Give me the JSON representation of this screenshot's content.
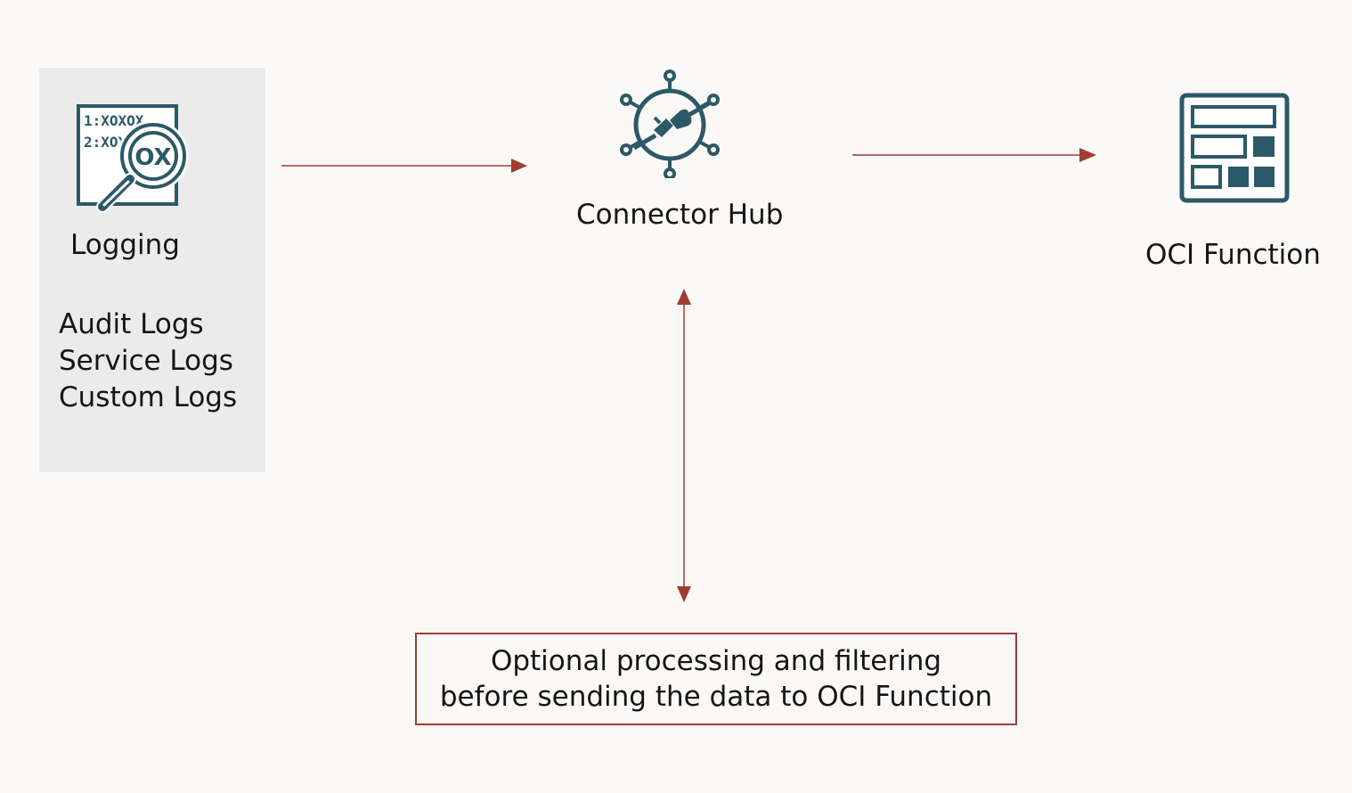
{
  "logging": {
    "title": "Logging",
    "icon_text": {
      "line1": "1:XOXOX",
      "line2": "2:XOXO",
      "magnifier": "OX"
    },
    "items": [
      "Audit Logs",
      "Service Logs",
      "Custom Logs"
    ]
  },
  "connector_hub": {
    "label": "Connector Hub"
  },
  "oci_function": {
    "label": "OCI Function"
  },
  "processing": {
    "line1": "Optional processing and filtering",
    "line2": "before sending the data to OCI Function"
  },
  "colors": {
    "icon": "#2c5967",
    "arrow": "#a03d32",
    "panel": "#ebebeb",
    "background": "#fbf9f8"
  }
}
